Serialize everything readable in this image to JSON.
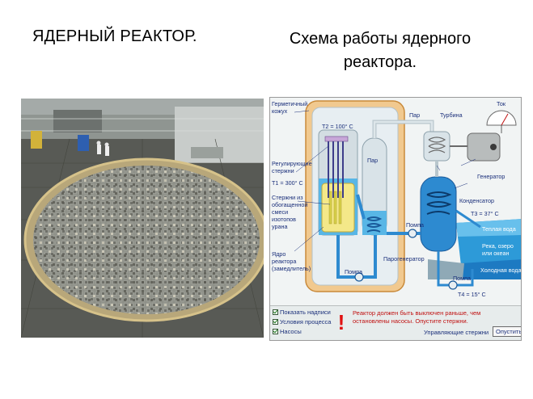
{
  "slide": {
    "title_left": "ЯДЕРНЫЙ РЕАКТОР.",
    "title_right": "Схема работы ядерного реактора."
  },
  "diagram": {
    "labels": {
      "containment": "Герметичный кожух",
      "t2": "T2 = 100° C",
      "control_rods": "Регулирующие стержни",
      "t1": "T1 = 300° C",
      "fuel_rods": "Стержни из обогащенной смеси изотопов урана",
      "core": "Ядро реактора (замедлитель)",
      "steam_left": "Пар",
      "steam_top": "Пар",
      "turbine": "Турбина",
      "current": "Ток",
      "generator": "Генератор",
      "condenser": "Конденсатор",
      "t3": "T3 = 37° C",
      "pump_top": "Помпа",
      "pump_mid": "Помпа",
      "pump_right": "Помпа",
      "steam_generator": "Парогенератор",
      "warm_water": "Теплая вода",
      "river": "Река, озеро или океан",
      "cold_water": "Холодная вода",
      "t4": "T4 = 15° C"
    },
    "panel": {
      "checkboxes": [
        {
          "label": "Показать надписи",
          "checked": true
        },
        {
          "label": "Условия процесса",
          "checked": true
        },
        {
          "label": "Насосы",
          "checked": true
        }
      ],
      "warning_icon": "!",
      "warning_text": "Реактор должен быть выключен раньше, чем остановлены насосы. Опустите стержни.",
      "rods_label": "Управляющие стержни",
      "start_button": "Опустить"
    },
    "colors": {
      "containment": "#f1c98f",
      "water": "#3aa6e0",
      "core": "#f4e889",
      "warning": "#e01010"
    }
  }
}
